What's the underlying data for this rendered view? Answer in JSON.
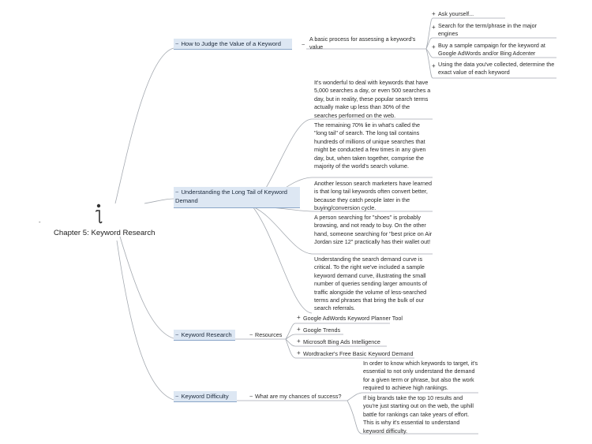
{
  "root": {
    "title": "Chapter 5: Keyword Research",
    "dash": "-"
  },
  "branches": {
    "judge": {
      "label": "How to Judge the Value of a Keyword",
      "child": "A basic process for assessing a keyword's value",
      "steps": [
        "Ask yourself...",
        "Search for the term/phrase in the major engines",
        "Buy a sample campaign for the keyword at Google AdWords and/or Bing Adcenter",
        "Using the data you've collected, determine the exact value of each keyword"
      ]
    },
    "longtail": {
      "label": "Understanding the Long Tail of Keyword Demand",
      "notes": [
        "It's wonderful to deal with keywords that have 5,000 searches a day, or even 500 searches a day, but in reality, these popular search terms actually make up less than 30% of the searches performed on the web.",
        "The remaining 70% lie in what's called the \"long tail\" of search. The long tail contains hundreds of millions of unique searches that might be conducted a few times in any given day, but, when taken together, comprise the majority of the world's search volume.",
        "Another lesson search marketers have learned is that long tail keywords often convert better, because they catch people later in the buying/conversion cycle.",
        "A person searching for \"shoes\" is probably browsing, and not ready to buy. On the other hand, someone searching for \"best price on Air Jordan size 12\" practically has their wallet out!",
        "Understanding the search demand curve is critical. To the right we've included a sample keyword demand curve, illustrating the small number of queries sending larger amounts of traffic alongside the volume of less-searched terms and phrases that bring the bulk of our search referrals."
      ]
    },
    "research": {
      "label": "Keyword Research",
      "child": "Resources",
      "resources": [
        "Google AdWords Keyword Planner Tool",
        "Google Trends",
        "Microsoft Bing Ads Intelligence",
        "Wordtracker's Free Basic Keyword Demand"
      ]
    },
    "difficulty": {
      "label": "Keyword Difficulty",
      "child": "What are my chances of success?",
      "notes": [
        "In order to know which keywords to target, it's essential to not only understand the demand for a given term or phrase, but also the work required to achieve high rankings.",
        "If big brands take the top 10 results and you're just starting out on the web, the uphill battle for rankings can take years of effort. This is why it's essential to understand keyword difficulty."
      ]
    }
  },
  "glyphs": {
    "minus": "−",
    "plus": "+",
    "dash": "−"
  },
  "colors": {
    "branch_fill": "#dde7f3",
    "branch_line": "#8aa6c8",
    "connector": "#9aa0a8"
  }
}
